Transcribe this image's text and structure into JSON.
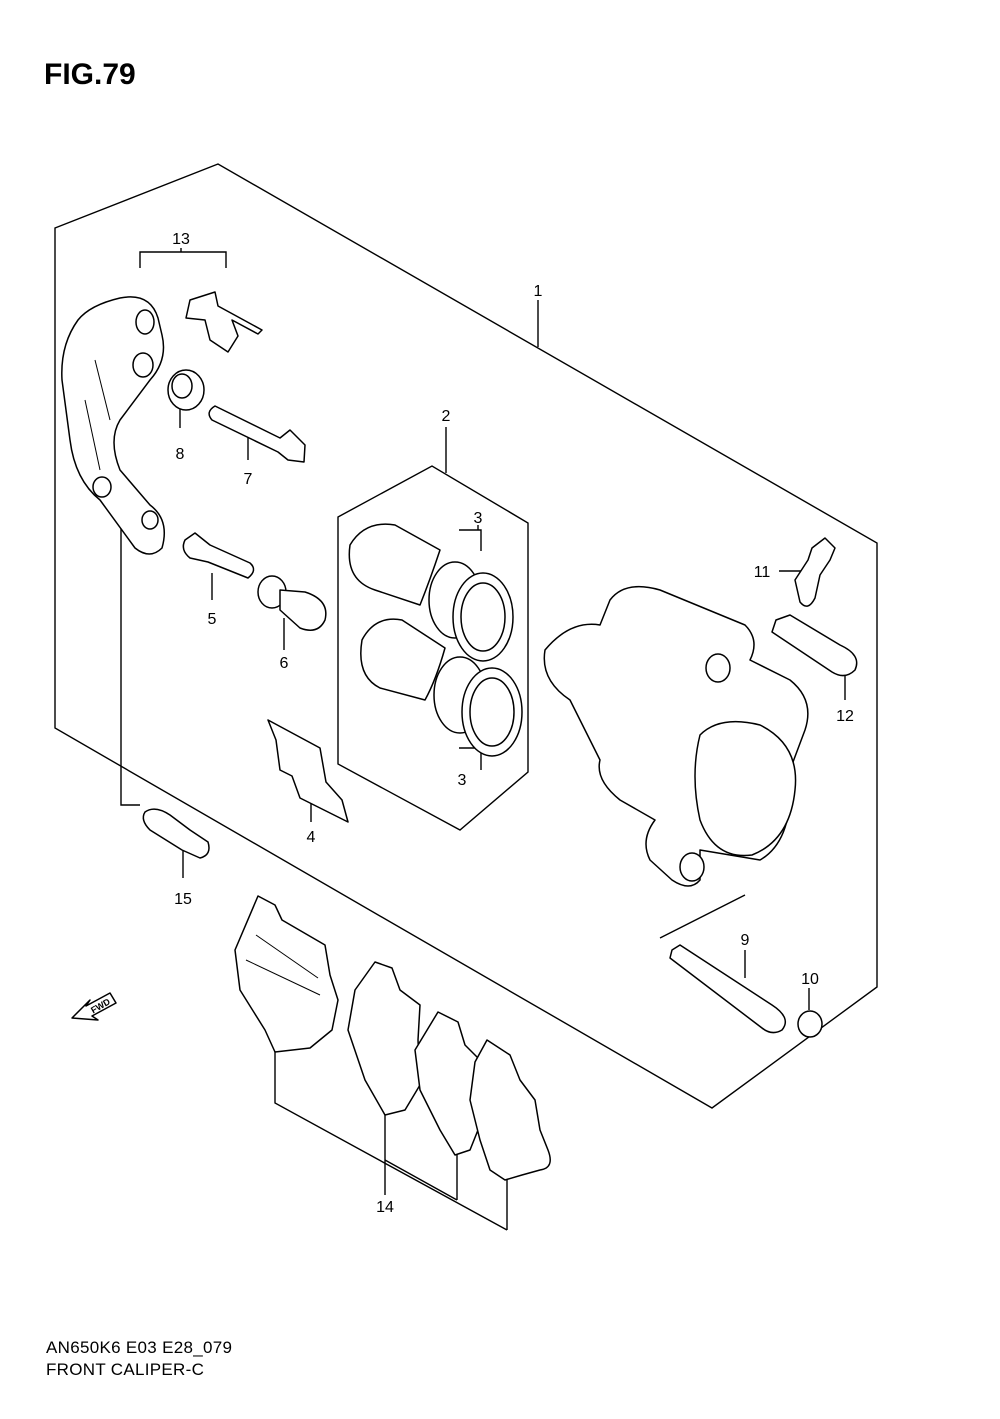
{
  "figure": {
    "title": "FIG.79"
  },
  "footer": {
    "model_code": "AN650K6 E03 E28_079",
    "caption": "FRONT CALIPER-C"
  },
  "fwd_label": "FWD",
  "callouts": {
    "c1": "1",
    "c2": "2",
    "c3a": "3",
    "c3b": "3",
    "c4": "4",
    "c5": "5",
    "c6": "6",
    "c7": "7",
    "c8": "8",
    "c9": "9",
    "c10": "10",
    "c11": "11",
    "c12": "12",
    "c13": "13",
    "c14": "14",
    "c15": "15"
  }
}
